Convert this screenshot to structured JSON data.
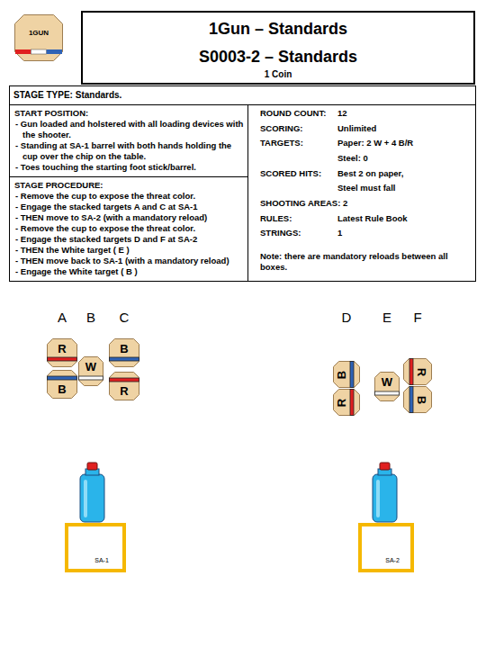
{
  "diagram": {
    "title": "1Gun – Standards",
    "nodes": [
      {
        "text": [
          "1GUN"
        ]
      },
      {
        "text": [
          "S0003-2 – Standards",
          "1 Coin"
        ]
      },
      {
        "text": [
          "STAGE TYPE: Standards."
        ]
      },
      {
        "text": [
          "START POSITION:",
          "- Gun loaded and holstered with all loading devices with the shooter.",
          "- Standing at SA-1 barrel with both hands holding the cup over the chip on the table.",
          "- Toes touching the starting foot stick/barrel."
        ]
      },
      {
        "text": [
          "STAGE PROCEDURE:",
          "- Remove the cup to expose the threat color.",
          "- Engage the stacked targets A and C at SA-1",
          "- THEN move to SA-2 (with a mandatory reload)",
          "- Remove the cup to expose the threat color.",
          "- Engage the stacked targets D and F at SA-2",
          "- THEN the White target ( E )",
          "- THEN move back to SA-1 (with a mandatory reload)",
          "- Engage the White target ( B )"
        ]
      },
      {
        "text": [
          "ROUND COUNT:",
          "12",
          "SCORING:",
          "Unlimited",
          "TARGETS:",
          "Paper: 2 W + 4 B/R",
          "Steel: 0",
          "SCORED HITS:",
          "Best 2 on paper,",
          "Steel must fall",
          "SHOOTING AREAS: 2",
          "RULES:",
          "Latest Rule Book",
          "STRINGS:",
          "1",
          "Note: there are mandatory reloads between all boxes."
        ]
      },
      {
        "text": [
          "R"
        ]
      },
      {
        "text": [
          "B"
        ]
      },
      {
        "text": [
          "W"
        ]
      },
      {
        "text": [
          "B"
        ]
      },
      {
        "text": [
          "R"
        ]
      },
      {
        "text": [
          "B"
        ]
      },
      {
        "text": [
          "R"
        ]
      },
      {
        "text": [
          "W"
        ]
      },
      {
        "text": [
          "R"
        ]
      },
      {
        "text": [
          "B"
        ]
      },
      {
        "text": [
          "SA-1"
        ]
      },
      {
        "text": [
          "SA-2"
        ]
      }
    ],
    "labels": [
      "A",
      "B",
      "C",
      "D",
      "E",
      "F"
    ]
  }
}
